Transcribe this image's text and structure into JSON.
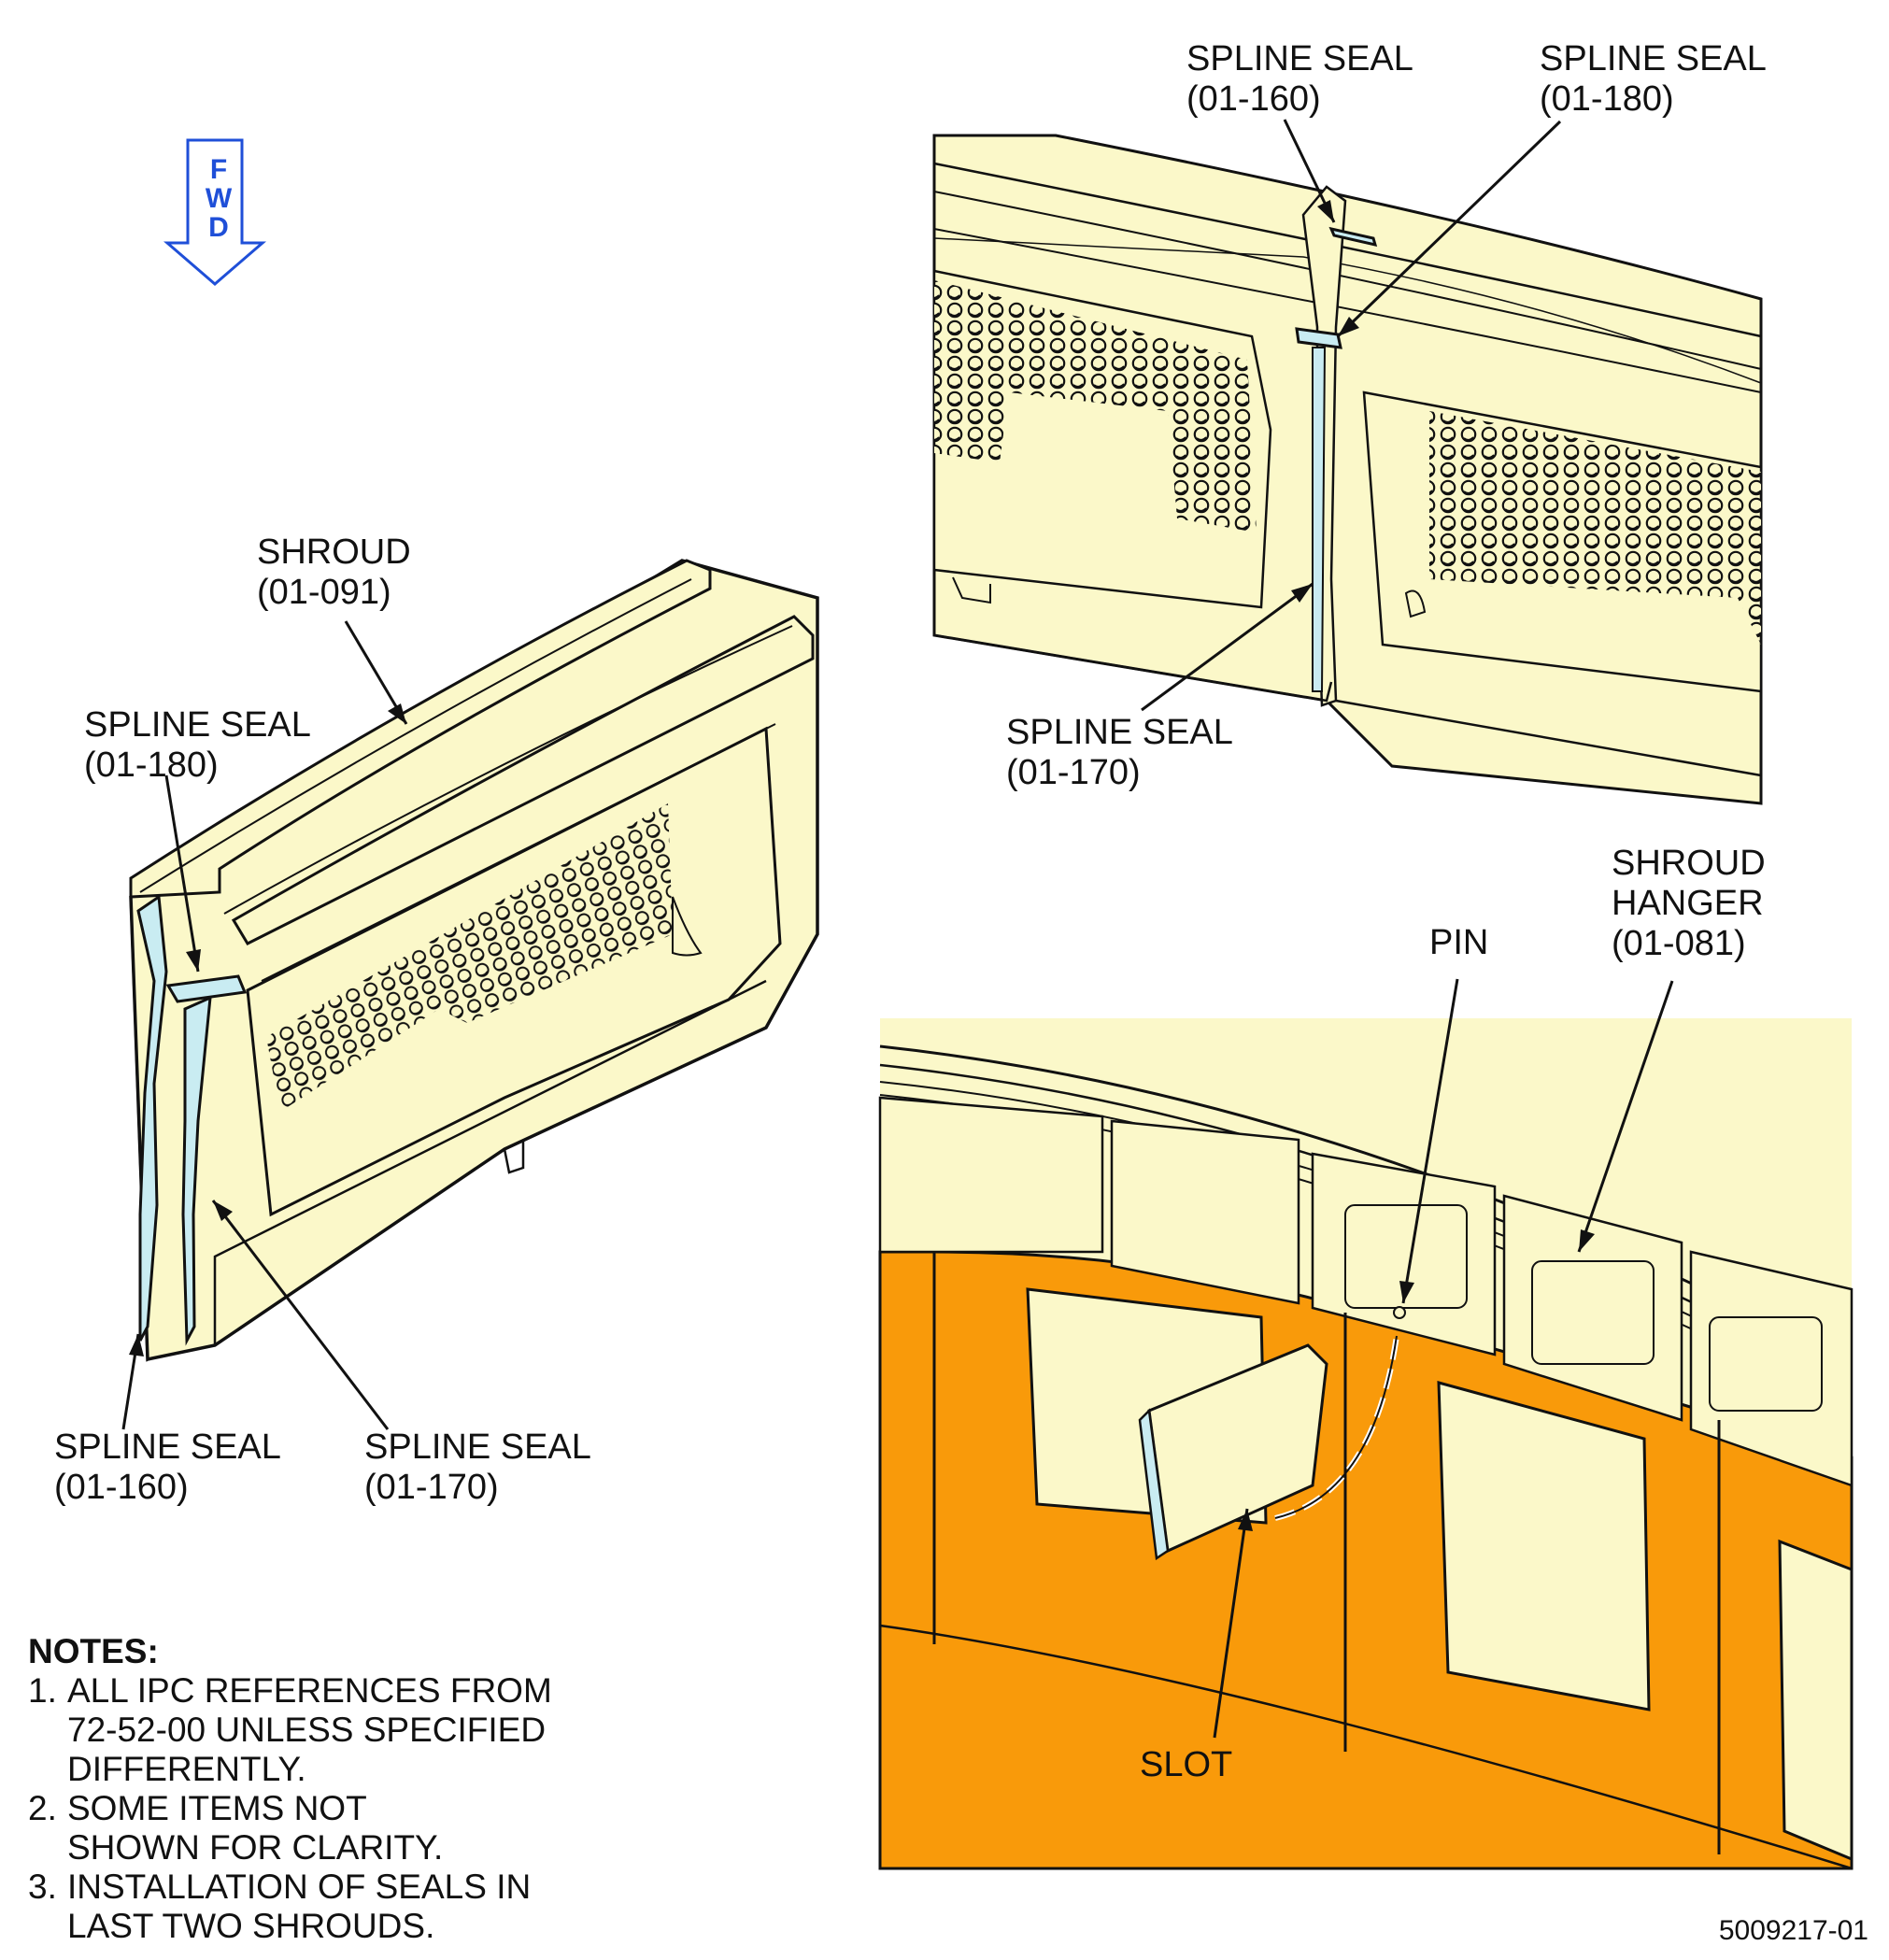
{
  "direction_arrow": {
    "letters": [
      "F",
      "W",
      "D"
    ],
    "color": "#1f4fd8",
    "icon": "down-arrow-icon"
  },
  "left_view": {
    "labels": {
      "shroud": {
        "line1": "SHROUD",
        "line2": "(01-091)"
      },
      "seal_180": {
        "line1": "SPLINE SEAL",
        "line2": "(01-180)"
      },
      "seal_160": {
        "line1": "SPLINE SEAL",
        "line2": "(01-160)"
      },
      "seal_170": {
        "line1": "SPLINE SEAL",
        "line2": "(01-170)"
      }
    }
  },
  "top_right_view": {
    "labels": {
      "seal_160": {
        "line1": "SPLINE SEAL",
        "line2": "(01-160)"
      },
      "seal_180": {
        "line1": "SPLINE SEAL",
        "line2": "(01-180)"
      },
      "seal_170": {
        "line1": "SPLINE SEAL",
        "line2": "(01-170)"
      }
    }
  },
  "bottom_right_view": {
    "labels": {
      "pin": "PIN",
      "hanger": {
        "line1": "SHROUD",
        "line2": "HANGER",
        "line3": "(01-081)"
      },
      "slot": "SLOT"
    }
  },
  "notes": {
    "title": "NOTES:",
    "items": [
      {
        "num": "1.",
        "lines": [
          "ALL IPC REFERENCES FROM",
          "72-52-00 UNLESS SPECIFIED",
          "DIFFERENTLY."
        ]
      },
      {
        "num": "2.",
        "lines": [
          "SOME ITEMS NOT",
          "SHOWN FOR CLARITY."
        ]
      },
      {
        "num": "3.",
        "lines": [
          "INSTALLATION OF SEALS IN",
          "LAST TWO SHROUDS."
        ]
      }
    ]
  },
  "figure_number": "5009217-01",
  "colors": {
    "shroud": "#fbf8c9",
    "seal": "#c9ecf2",
    "hanger": "#f99a0a",
    "outline": "#111111"
  }
}
